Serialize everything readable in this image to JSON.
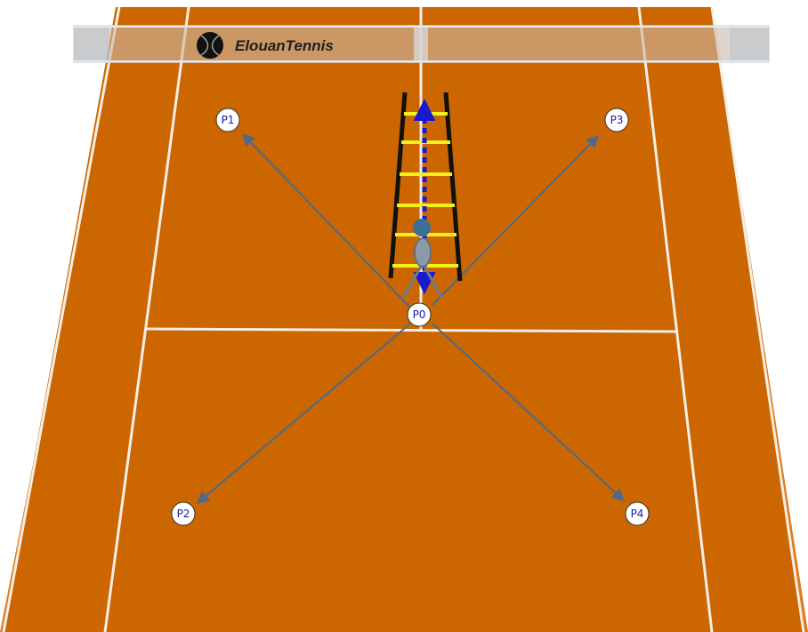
{
  "court": {
    "surface_color": "#cc6600",
    "outer_color": "#e07a1f",
    "line_color": "#f4efe6"
  },
  "net": {
    "brand_icon": "tennis-ball-icon",
    "brand_text": "ElouanTennis"
  },
  "positions": [
    {
      "id": "p0",
      "label": "P0"
    },
    {
      "id": "p1",
      "label": "P1"
    },
    {
      "id": "p2",
      "label": "P2"
    },
    {
      "id": "p3",
      "label": "P3"
    },
    {
      "id": "p4",
      "label": "P4"
    }
  ],
  "movement_paths": [
    {
      "from": "P0",
      "to": "P1",
      "color": "#4b6a8c"
    },
    {
      "from": "P0",
      "to": "P2",
      "color": "#4b6a8c"
    },
    {
      "from": "P0",
      "to": "P3",
      "color": "#4b6a8c"
    },
    {
      "from": "P0",
      "to": "P4",
      "color": "#4b6a8c"
    }
  ],
  "ladder": {
    "rail_color": "#111111",
    "rung_color": "#f2f21a",
    "rungs": 6,
    "run_color": "#1a1acc"
  },
  "player": {
    "icon": "player-icon",
    "color": "#3d6f96"
  }
}
